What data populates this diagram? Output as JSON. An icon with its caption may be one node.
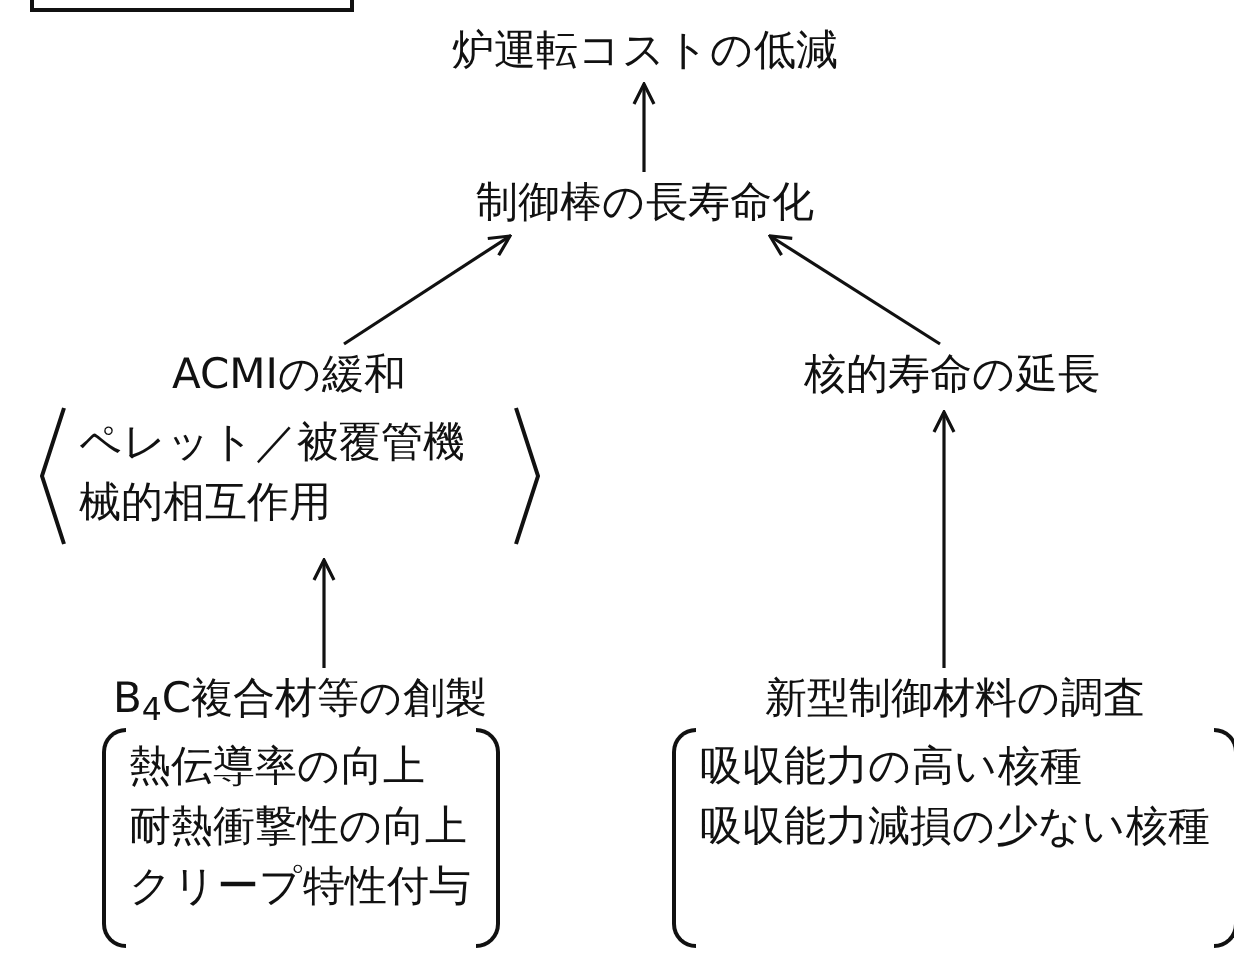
{
  "diagram": {
    "nodes": [
      {
        "text": [
          "炉運転コストの低減"
        ]
      },
      {
        "text": [
          "制御棒の長寿命化"
        ]
      },
      {
        "text": [
          "ACMIの緩和",
          "ペレット／被覆管機械的相互作用"
        ]
      },
      {
        "text": [
          "核的寿命の延長"
        ]
      },
      {
        "text": [
          "B$_{4}$C複合材等の創製",
          "熱伝導率の向上",
          "耐熱衝撃性の向上",
          "クリープ特性付与"
        ]
      },
      {
        "text": [
          "新型制御材料の調査",
          "吸収能力の高い核種",
          "吸収能力減損の少ない核種"
        ]
      }
    ],
    "edges": [
      {
        "from": 1,
        "to": 0,
        "arrow": "to"
      },
      {
        "from": 2,
        "to": 1,
        "arrow": "to"
      },
      {
        "from": 3,
        "to": 1,
        "arrow": "to"
      },
      {
        "from": 4,
        "to": 2,
        "arrow": "to"
      },
      {
        "from": 5,
        "to": 3,
        "arrow": "to"
      }
    ]
  }
}
